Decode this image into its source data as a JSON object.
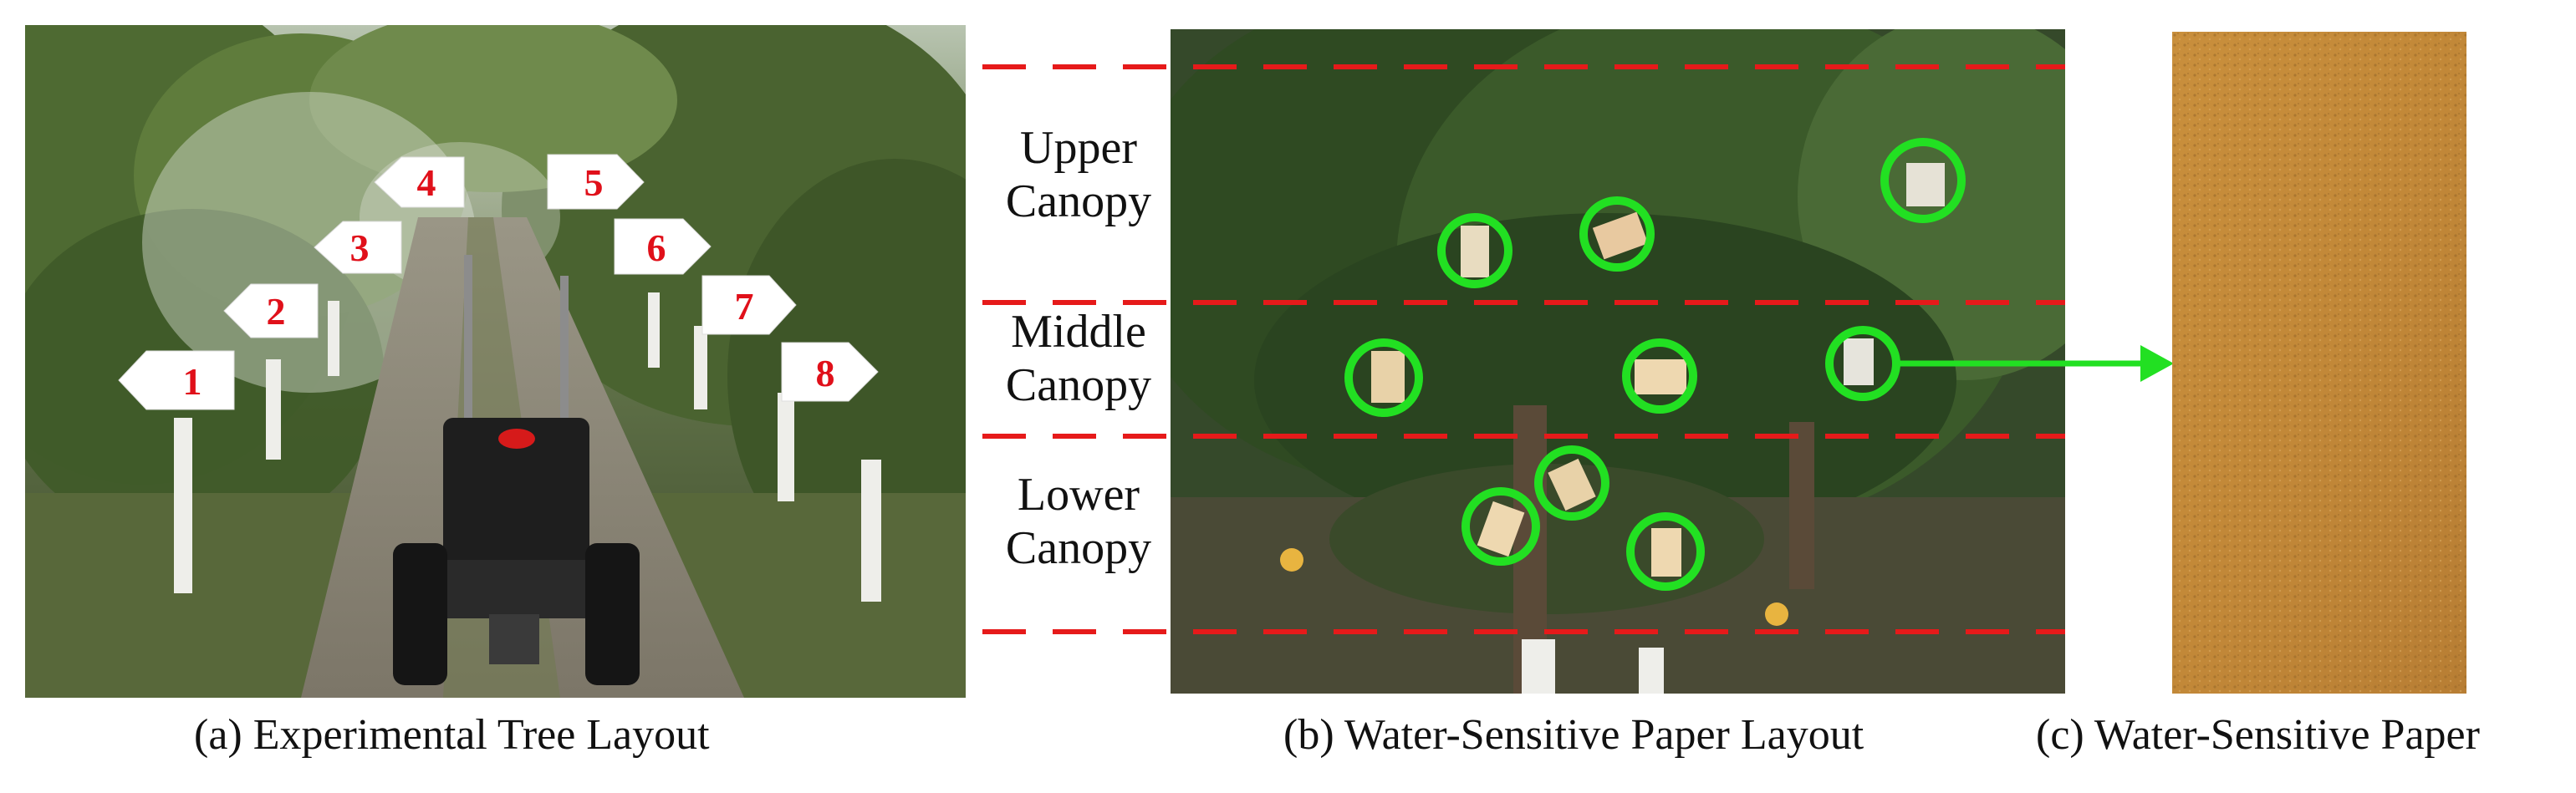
{
  "captions": {
    "a": "(a) Experimental Tree Layout",
    "b": "(b) Water-Sensitive Paper Layout",
    "c": "(c) Water-Sensitive Paper"
  },
  "canopy_zones": [
    {
      "line1": "Upper",
      "line2": "Canopy"
    },
    {
      "line1": "Middle",
      "line2": "Canopy"
    },
    {
      "line1": "Lower",
      "line2": "Canopy"
    }
  ],
  "tree_markers": [
    {
      "label": "1",
      "direction": "left"
    },
    {
      "label": "2",
      "direction": "left"
    },
    {
      "label": "3",
      "direction": "left"
    },
    {
      "label": "4",
      "direction": "left"
    },
    {
      "label": "5",
      "direction": "right"
    },
    {
      "label": "6",
      "direction": "right"
    },
    {
      "label": "7",
      "direction": "right"
    },
    {
      "label": "8",
      "direction": "right"
    }
  ],
  "colors": {
    "marker_text": "#e0101a",
    "dashed_line": "#e61a1a",
    "sample_circle": "#22e022",
    "pointer_arrow": "#22e022"
  },
  "icons": {
    "tree_marker": "pentagon-arrow-tag",
    "sample_circle": "ring",
    "pointer_arrow": "right-arrow"
  }
}
